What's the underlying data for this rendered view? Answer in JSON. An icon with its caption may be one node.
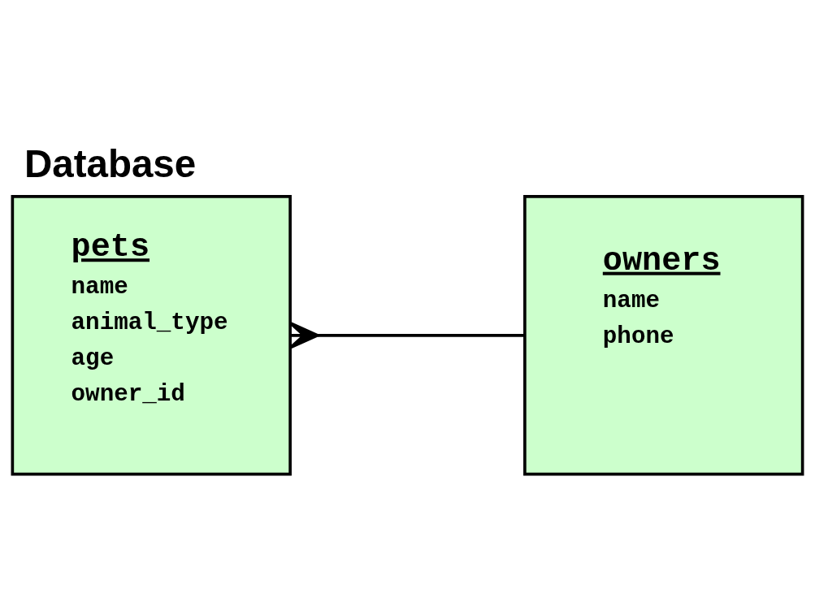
{
  "diagram": {
    "title": "Database",
    "nodes": [
      {
        "text": [
          "pets",
          "name",
          "animal_type",
          "age",
          "owner_id"
        ]
      },
      {
        "text": [
          "owners",
          "name",
          "phone"
        ]
      }
    ],
    "edges": [
      {
        "from": 0,
        "to": 1,
        "arrow": "other"
      }
    ]
  }
}
